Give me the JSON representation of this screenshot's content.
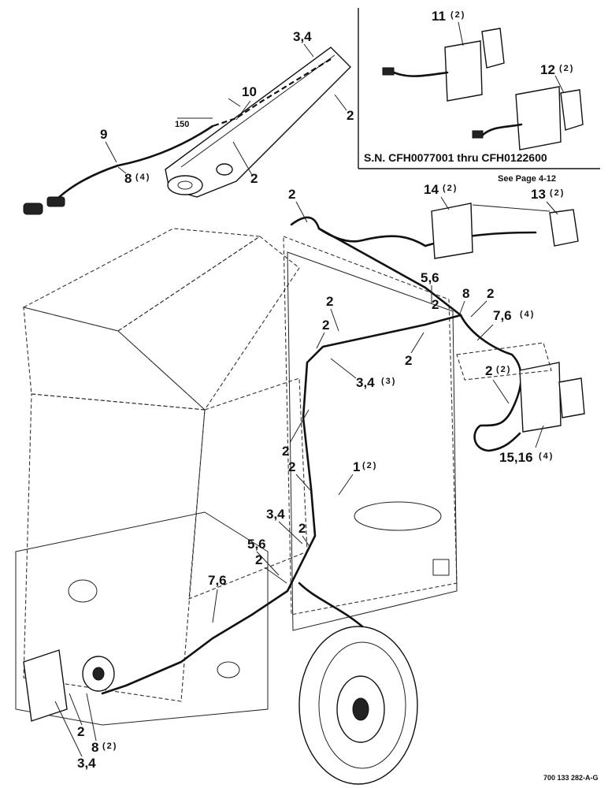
{
  "inset": {
    "serial_caption": "S.N. CFH0077001 thru CFH0122600",
    "see_page": "See Page 4-12",
    "callout_11": "11",
    "qty_11": "(2)",
    "callout_12": "12",
    "qty_12": "(2)"
  },
  "tongue": {
    "c34": "3,4",
    "c10": "10",
    "c2a": "2",
    "c2b": "2",
    "c9": "9",
    "c8": "8",
    "qty_8": "(4)",
    "dim_150": "150"
  },
  "callouts": {
    "c2_top": "2",
    "c14": "14",
    "qty_14": "(2)",
    "c13": "13",
    "qty_13": "(2)",
    "c56_top": "5,6",
    "c2_r1": "2",
    "c8_r": "8",
    "c2_r2": "2",
    "c76_r": "7,6",
    "qty_76_r": "(4)",
    "c2_m1": "2",
    "c2_m2": "2",
    "c2_m3": "2",
    "c34_m": "3,4",
    "qty_34_m": "(3)",
    "c2_r3": "2",
    "qty_2_r3": "(2)",
    "c1516": "15,16",
    "qty_1516": "(4)",
    "c2_l1": "2",
    "c2_l2": "2",
    "c1": "1",
    "qty_1": "(2)",
    "c34_l": "3,4",
    "c2_l3": "2",
    "c56_l": "5,6",
    "c2_l4": "2",
    "c76_l": "7,6",
    "c2_b": "2",
    "c8_b": "8",
    "qty_8_b": "(2)",
    "c34_b": "3,4"
  },
  "figure_id": "700 133 282-A-G"
}
